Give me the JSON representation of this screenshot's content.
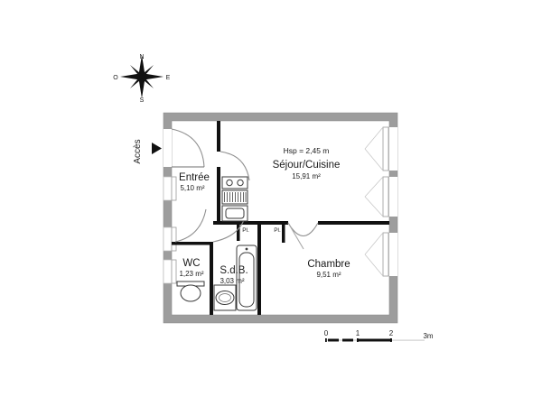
{
  "plan": {
    "title_hsp": "Hsp = 2,45 m",
    "access_label": "Accès",
    "compass": {
      "north": "N",
      "south": "S",
      "east": "E",
      "west": "O"
    },
    "rooms": [
      {
        "id": "entree",
        "name": "Entrée",
        "area": "5,10 m²"
      },
      {
        "id": "sejour",
        "name": "Séjour/Cuisine",
        "area": "15,91 m²"
      },
      {
        "id": "chambre",
        "name": "Chambre",
        "area": "9,51 m²"
      },
      {
        "id": "wc",
        "name": "WC",
        "area": "1,23 m²"
      },
      {
        "id": "sdb",
        "name": "S.d.B.",
        "area": "3,03 m²"
      }
    ],
    "closets": [
      {
        "id": "pl1",
        "label": "Pl."
      },
      {
        "id": "pl2",
        "label": "Pl."
      }
    ],
    "scale_bar": {
      "ticks": [
        "0",
        "1",
        "2"
      ],
      "end_label": "3m"
    },
    "colors": {
      "outer_wall": "#9d9d9d",
      "inner_wall": "#111111",
      "fixture_line": "#3a3a3a",
      "text": "#1a1a1a",
      "background": "#ffffff"
    }
  }
}
